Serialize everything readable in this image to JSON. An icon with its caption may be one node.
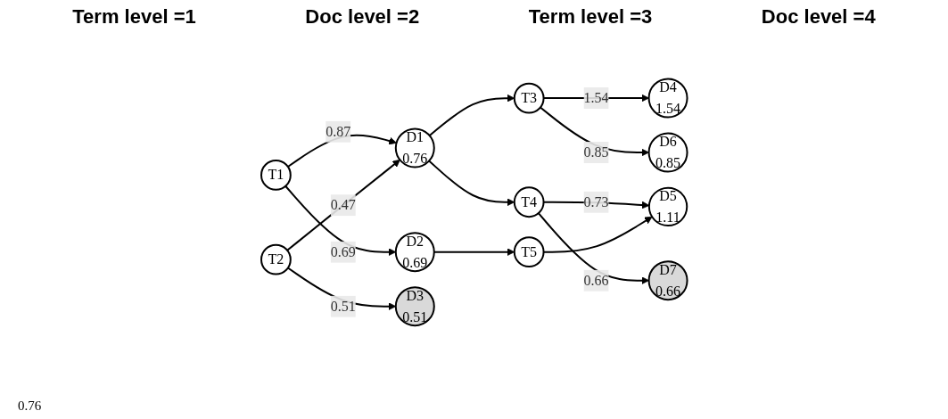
{
  "diagram": {
    "nodes": [
      {
        "text": [
          "T1"
        ]
      },
      {
        "text": [
          "T2"
        ]
      },
      {
        "text": [
          "D1",
          "0.76"
        ]
      },
      {
        "text": [
          "D2",
          "0.69"
        ]
      },
      {
        "text": [
          "D3",
          "0.51"
        ]
      },
      {
        "text": [
          "T3"
        ]
      },
      {
        "text": [
          "T4"
        ]
      },
      {
        "text": [
          "T5"
        ]
      },
      {
        "text": [
          "D4",
          "1.54"
        ]
      },
      {
        "text": [
          "D5",
          "1.11"
        ]
      },
      {
        "text": [
          "D6",
          "0.85"
        ]
      },
      {
        "text": [
          "D7",
          "0.66"
        ]
      }
    ],
    "edges": [
      {
        "from": 0,
        "to": 2,
        "arrow": "to",
        "label": "0.87"
      },
      {
        "from": 0,
        "to": 3,
        "arrow": "to",
        "label": "0.69"
      },
      {
        "from": 1,
        "to": 2,
        "arrow": "to",
        "label": "0.47"
      },
      {
        "from": 1,
        "to": 4,
        "arrow": "to",
        "label": "0.51"
      },
      {
        "from": 2,
        "to": 5,
        "arrow": "to"
      },
      {
        "from": 2,
        "to": 6,
        "arrow": "to"
      },
      {
        "from": 3,
        "to": 7,
        "arrow": "to"
      },
      {
        "from": 5,
        "to": 8,
        "arrow": "to",
        "label": "1.54"
      },
      {
        "from": 5,
        "to": 10,
        "arrow": "to",
        "label": "0.85"
      },
      {
        "from": 6,
        "to": 9,
        "arrow": "to",
        "label": "0.73"
      },
      {
        "from": 6,
        "to": 11,
        "arrow": "to",
        "label": "0.66"
      },
      {
        "from": 7,
        "to": 9,
        "arrow": "to"
      }
    ],
    "labels": [
      "Term level =1",
      "Doc level =2",
      "Term level =3",
      "Doc level =4",
      "0.76"
    ]
  }
}
